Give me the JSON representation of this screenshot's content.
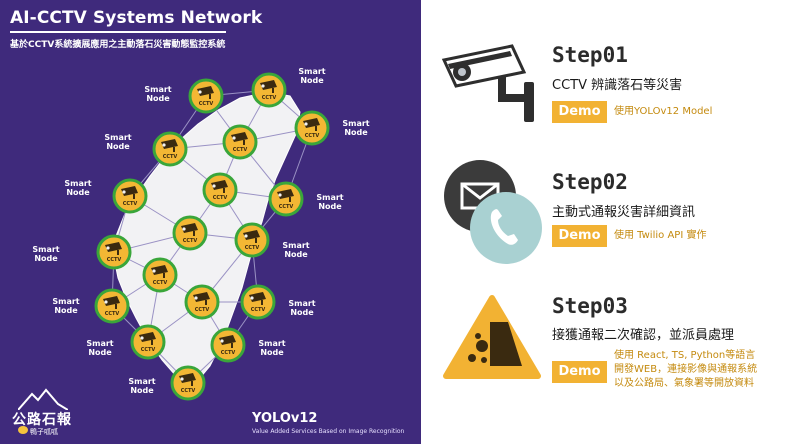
{
  "left_panel": {
    "title": "AI-CCTV Systems Network",
    "subtitle": "基於CCTV系統擴展應用之主動落石災害動態監控系統",
    "node_label": "Smart\nNode",
    "camera_badge_text": "CCTV",
    "logo": {
      "name": "公路石報",
      "sub": "鴨子呱呱"
    },
    "footer_title": "YOLOv12",
    "footer_subtitle": "Value Added Services Based on Image Recognition"
  },
  "steps": [
    {
      "title": "Step01",
      "description": "CCTV 辨識落石等災害",
      "demo_label": "Demo",
      "demo_text": [
        "使用YOLOv12  Model"
      ],
      "icon": "cctv-camera-icon"
    },
    {
      "title": "Step02",
      "description": "主動式通報災害詳細資訊",
      "demo_label": "Demo",
      "demo_text": [
        "使用 Twilio API 實作"
      ],
      "icon": "mail-phone-icon"
    },
    {
      "title": "Step03",
      "description": "接獲通報二次確認，並派員處理",
      "demo_label": "Demo",
      "demo_text": [
        "使用 React, TS, Python等語言",
        "開發WEB，連接影像與通報系統",
        "以及公路局、氣象署等開放資料"
      ],
      "icon": "rockfall-warning-icon"
    }
  ],
  "colors": {
    "panel_bg": "#3f2a7c",
    "demo_gold": "#f2b233",
    "node_ring": "#3aa63a",
    "node_fill": "#f3b734"
  }
}
